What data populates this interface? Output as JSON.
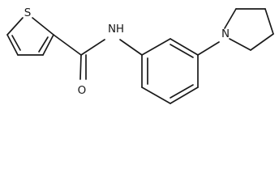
{
  "molecule": {
    "atom_labels": {
      "sulfur": "S",
      "amide_nitrogen": "N",
      "amide_hydrogen": "H",
      "pyrrolidine_nitrogen": "N",
      "carbonyl_oxygen": "O"
    },
    "colors": {
      "ink": "#1a1a1a",
      "background": "#ffffff"
    }
  }
}
